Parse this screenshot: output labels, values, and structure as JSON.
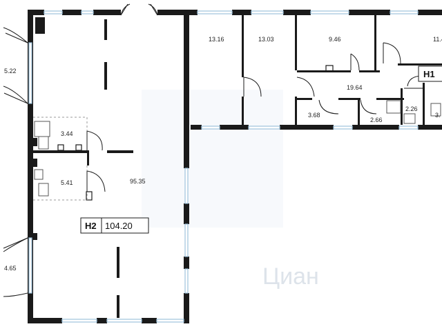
{
  "plan": {
    "rooms": [
      {
        "id": "balcony-upper",
        "area": "5.22"
      },
      {
        "id": "balcony-lower",
        "area": "4.65"
      },
      {
        "id": "bath-upper",
        "area": "3.44"
      },
      {
        "id": "bath-lower",
        "area": "5.41"
      },
      {
        "id": "main-hall",
        "area": "95.35"
      },
      {
        "id": "office-1",
        "area": "13.16"
      },
      {
        "id": "office-2",
        "area": "13.03"
      },
      {
        "id": "office-3",
        "area": "9.46"
      },
      {
        "id": "office-4",
        "area": "11.4"
      },
      {
        "id": "corridor",
        "area": "19.64"
      },
      {
        "id": "storage",
        "area": "3.68"
      },
      {
        "id": "wc-a",
        "area": "2.66"
      },
      {
        "id": "wc-b",
        "area": "2.26"
      },
      {
        "id": "wc-c",
        "area": "3."
      }
    ],
    "units": [
      {
        "id": "H2",
        "label": "H2",
        "total": "104.20"
      },
      {
        "id": "H1",
        "label": "H1",
        "total": ""
      }
    ],
    "watermark": "Циан"
  }
}
